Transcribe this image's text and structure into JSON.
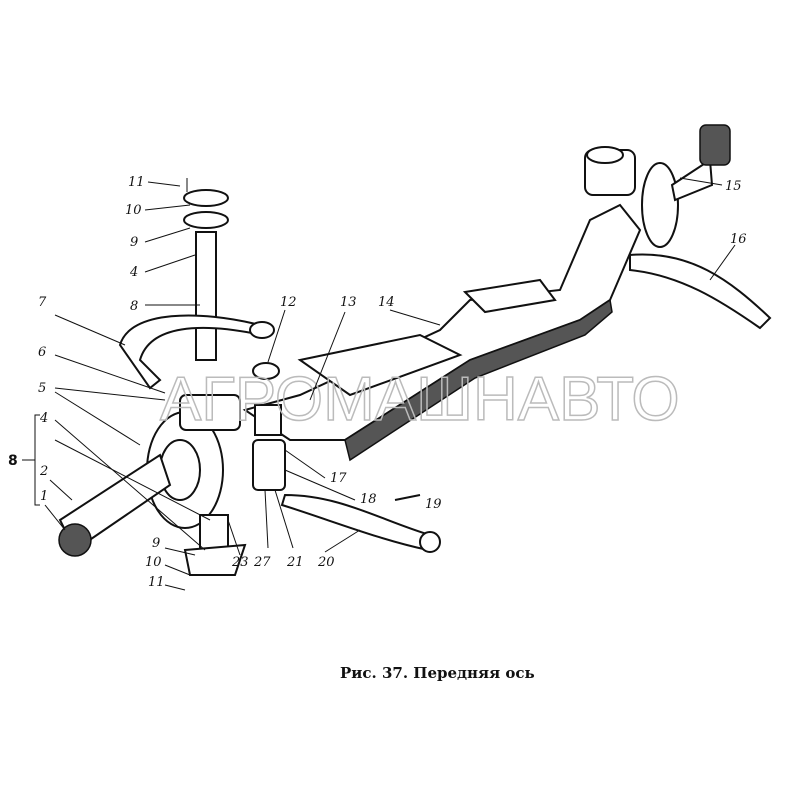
{
  "figure": {
    "caption": "Рис. 37. Передняя ось",
    "watermark": "АГРОМАШНАВТО",
    "callouts": [
      "1",
      "2",
      "4",
      "5",
      "6",
      "7",
      "8",
      "9",
      "10",
      "11",
      "12",
      "13",
      "14",
      "15",
      "16",
      "17",
      "18",
      "19",
      "20",
      "21",
      "23",
      "27"
    ],
    "left_group_bracket_label": "8"
  }
}
